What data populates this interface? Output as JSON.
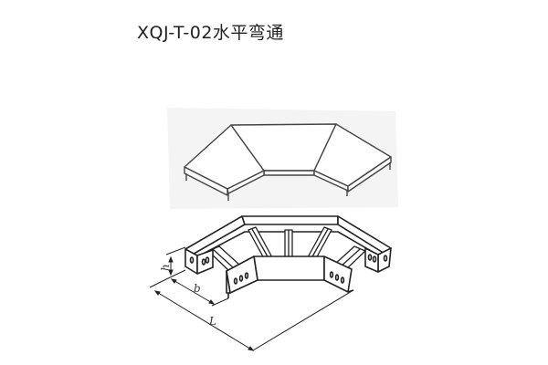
{
  "title": "XQJ-T-02水平弯通",
  "figures": {
    "cover": {
      "label": "horizontal-bend-cover",
      "background": "#f4f4f4",
      "stroke": "#444444"
    },
    "tray": {
      "label": "horizontal-bend-ladder-tray",
      "stroke": "#222222"
    }
  },
  "dimensions": {
    "h": "h",
    "b": "b",
    "L": "L"
  }
}
